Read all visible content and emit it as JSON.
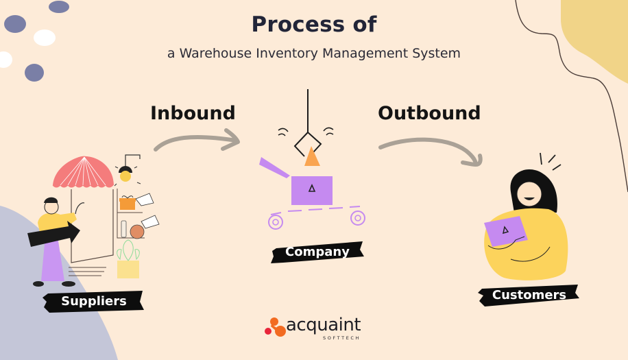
{
  "header": {
    "title": "Process of",
    "subtitle": "a Warehouse Inventory Management System"
  },
  "flow": {
    "inbound_label": "Inbound",
    "outbound_label": "Outbound"
  },
  "nodes": [
    {
      "label": "Suppliers",
      "illustration": "shop-owner-with-arrow"
    },
    {
      "label": "Company",
      "illustration": "claw-machine-box-conveyor"
    },
    {
      "label": "Customers",
      "illustration": "woman-hugging-package"
    }
  ],
  "brand": {
    "name": "acquaint",
    "tagline": "SOFTTECH"
  },
  "colors": {
    "background": "#fdebd8",
    "title": "#222538",
    "arrow": "#aaa196",
    "box_purple": "#c58af0",
    "triangle_orange": "#f9a450",
    "awning_pink": "#f47c7c",
    "shirt_yellow": "#fcd35c",
    "blob_gray": "#c4c6d8",
    "blob_yellow": "#f1d488",
    "dots_slate": "#7a7fa6",
    "logo_orange": "#f26b21",
    "logo_red": "#e8253a"
  }
}
